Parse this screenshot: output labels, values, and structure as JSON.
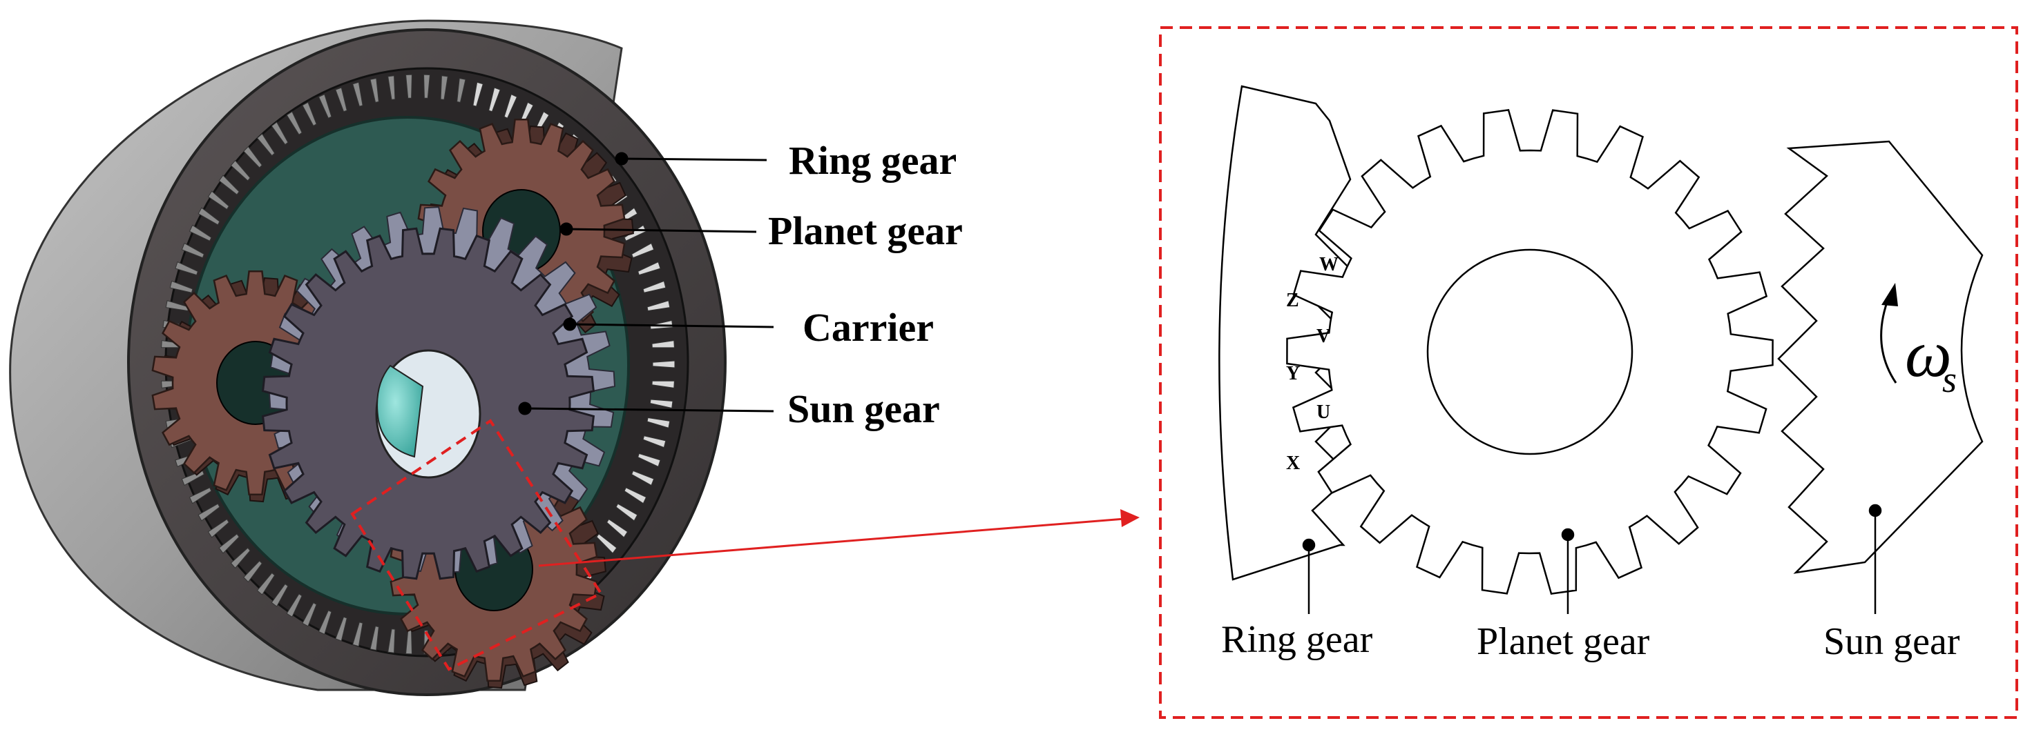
{
  "left_labels": {
    "ring_gear": "Ring gear",
    "planet_gear": "Planet gear",
    "carrier": "Carrier",
    "sun_gear": "Sun gear"
  },
  "right_labels": {
    "ring_gear": "Ring gear",
    "planet_gear": "Planet gear",
    "sun_gear": "Sun gear"
  },
  "contact_points": [
    "W",
    "Z",
    "V",
    "Y",
    "U",
    "X"
  ],
  "angular_velocity": {
    "symbol": "ω",
    "subscript": "s"
  },
  "colors": {
    "housing": "#9a9a9a",
    "ring_face": "#4a4546",
    "carrier": "#2e5a52",
    "planet": "#7a4e45",
    "sun": "#56505e",
    "shaft": "#5fc9c0",
    "dashed_red": "#e02020"
  }
}
